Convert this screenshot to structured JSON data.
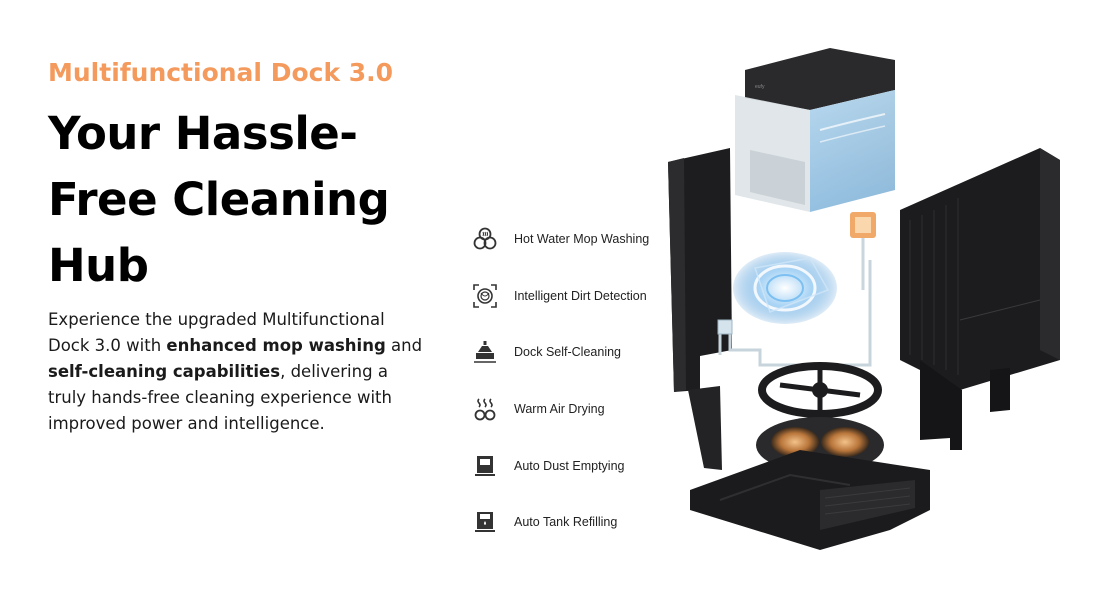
{
  "hero": {
    "eyebrow": "Multifunctional Dock 3.0",
    "headline_line1": "Your Hassle-",
    "headline_line2": "Free Cleaning",
    "headline_line3": "Hub",
    "desc_part1": "Experience the upgraded Multifunctional Dock 3.0 with ",
    "desc_bold1": "enhanced mop washing",
    "desc_part2": " and ",
    "desc_bold2": "self-cleaning capabilities",
    "desc_part3": ", delivering a truly hands-free cleaning experience with improved power and intelligence."
  },
  "features": [
    {
      "label": "Hot Water Mop Washing",
      "icon": "hot-water-icon"
    },
    {
      "label": "Intelligent Dirt Detection",
      "icon": "dirt-detection-icon"
    },
    {
      "label": "Dock Self-Cleaning",
      "icon": "self-cleaning-icon"
    },
    {
      "label": "Warm Air Drying",
      "icon": "warm-air-icon"
    },
    {
      "label": "Auto Dust Emptying",
      "icon": "dust-emptying-icon"
    },
    {
      "label": "Auto Tank Refilling",
      "icon": "tank-refilling-icon"
    }
  ],
  "product": {
    "brand_mark": "eufy"
  },
  "colors": {
    "accent": "#f39a5c",
    "text": "#000000",
    "dock": "#1c1c1e",
    "water": "#5aa8de"
  }
}
